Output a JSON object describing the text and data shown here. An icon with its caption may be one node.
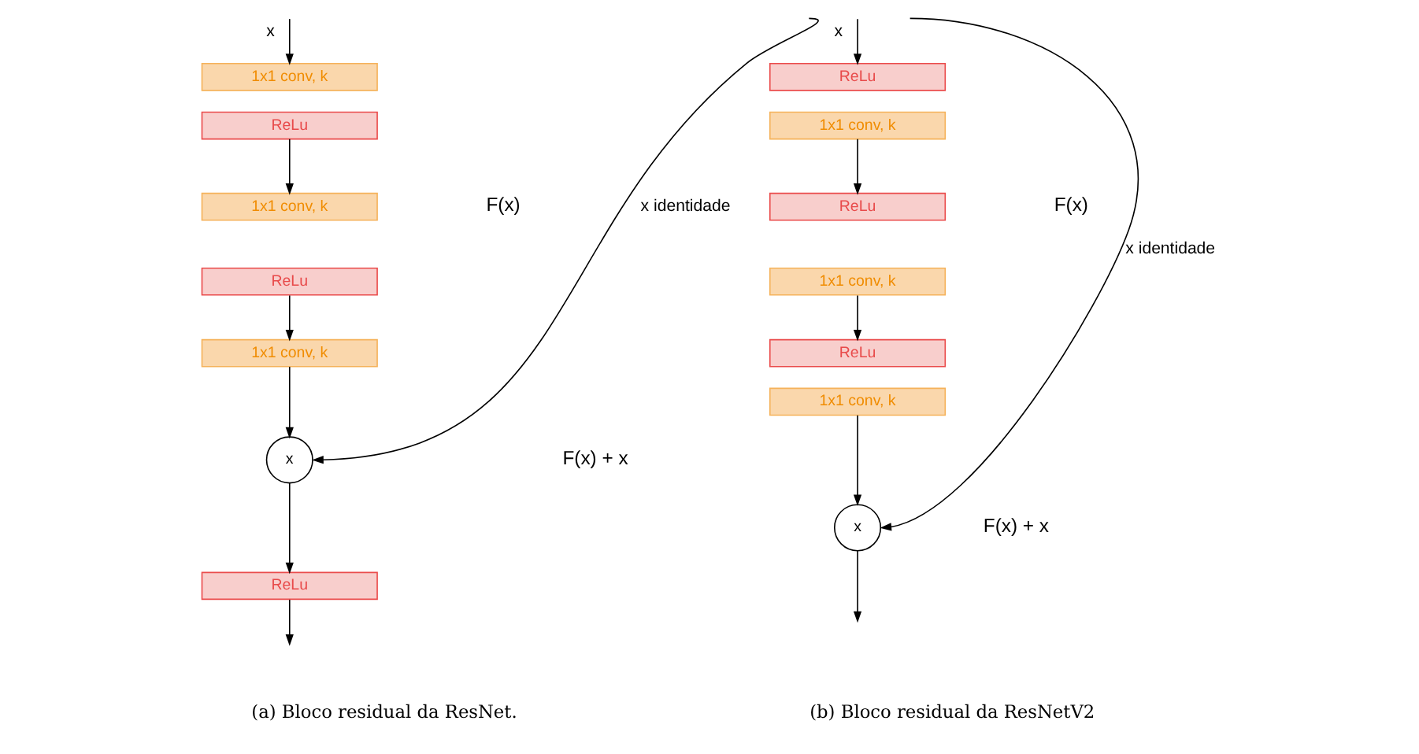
{
  "diagram": {
    "nodes": [
      {
        "text": [
          "1x1 conv, k"
        ]
      },
      {
        "text": [
          "ReLu"
        ]
      },
      {
        "text": [
          "1x1 conv, k"
        ]
      },
      {
        "text": [
          "ReLu"
        ]
      },
      {
        "text": [
          "1x1 conv, k"
        ]
      },
      {
        "text": [
          "x"
        ]
      },
      {
        "text": [
          "ReLu"
        ]
      },
      {
        "text": [
          "ReLu"
        ]
      },
      {
        "text": [
          "1x1 conv, k"
        ]
      },
      {
        "text": [
          "ReLu"
        ]
      },
      {
        "text": [
          "1x1 conv, k"
        ]
      },
      {
        "text": [
          "ReLu"
        ]
      },
      {
        "text": [
          "1x1 conv, k"
        ]
      },
      {
        "text": [
          "x"
        ]
      }
    ],
    "edges": [
      {
        "from": null,
        "to": 0,
        "arrow": "to",
        "label": "x"
      },
      {
        "from": 1,
        "to": 2,
        "arrow": "to"
      },
      {
        "from": 3,
        "to": 4,
        "arrow": "to"
      },
      {
        "from": 4,
        "to": 5,
        "arrow": "to"
      },
      {
        "from": 5,
        "to": 6,
        "arrow": "to"
      },
      {
        "from": 6,
        "to": null,
        "arrow": "to"
      },
      {
        "from": null,
        "to": 5,
        "arrow": "to",
        "label": "x identidade"
      },
      {
        "from": null,
        "to": 7,
        "arrow": "to",
        "label": "x"
      },
      {
        "from": 8,
        "to": 9,
        "arrow": "to"
      },
      {
        "from": 10,
        "to": 11,
        "arrow": "to"
      },
      {
        "from": 12,
        "to": 13,
        "arrow": "to"
      },
      {
        "from": null,
        "to": 13,
        "arrow": "to",
        "label": "x identidade"
      },
      {
        "from": 13,
        "to": null,
        "arrow": "to"
      }
    ],
    "labels": [
      "F(x)",
      "F(x) + x",
      "F(x)",
      "F(x) + x",
      "(a) Bloco residual da ResNet.",
      "(b) Bloco residual da ResNetV2"
    ]
  }
}
